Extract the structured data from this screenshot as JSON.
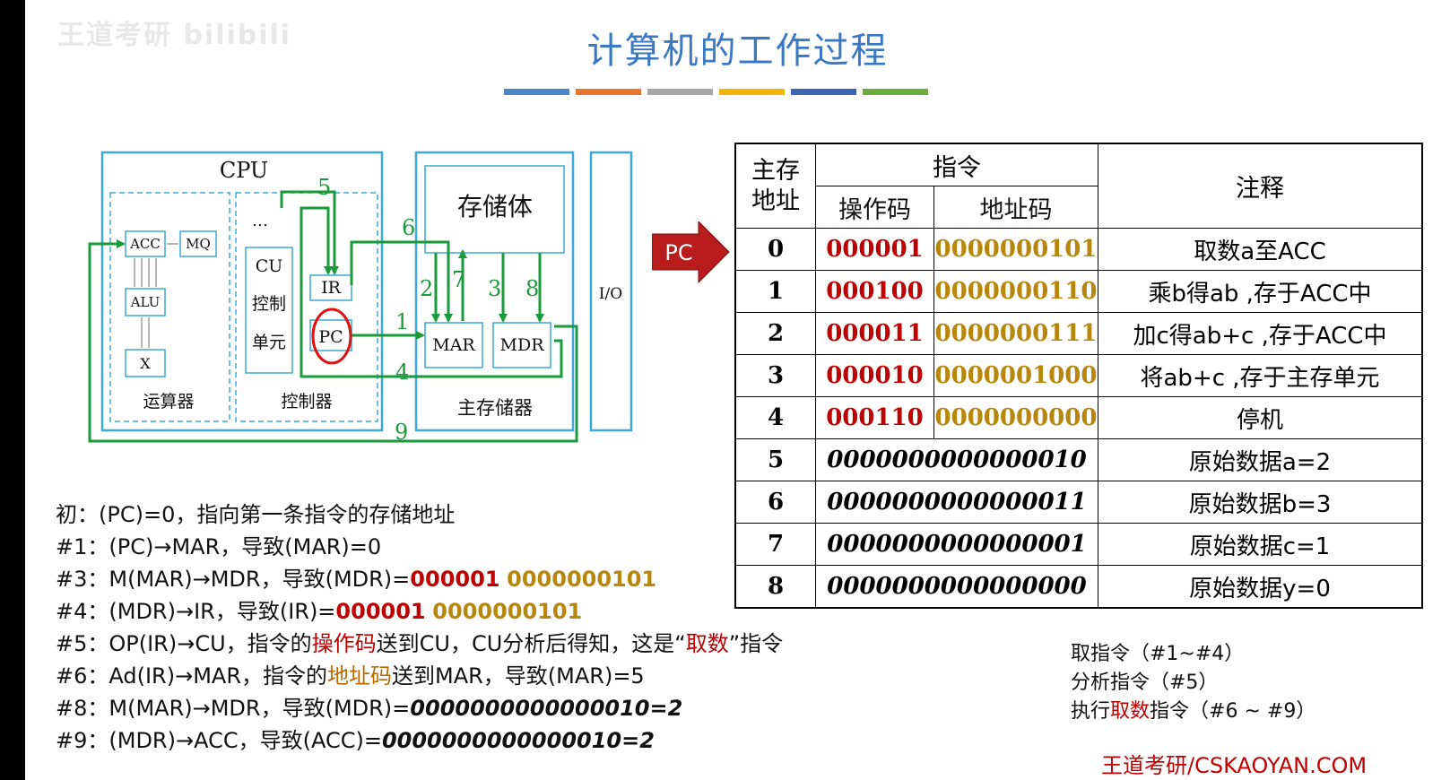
{
  "watermark": "王道考研 bilibili",
  "title": "计算机的工作过程",
  "title_bar_colors": [
    "#4a86c8",
    "#e8762c",
    "#a6a6a6",
    "#f2b600",
    "#3c64b4",
    "#6aab3c"
  ],
  "diagram": {
    "cpu": "CPU",
    "acc": "ACC",
    "mq": "MQ",
    "alu": "ALU",
    "x": "X",
    "alu_unit": "运算器",
    "cu_lines": [
      "CU",
      "控制",
      "单元"
    ],
    "ellipsis": "…",
    "ir": "IR",
    "pc": "PC",
    "control_unit": "控制器",
    "storage": "存储体",
    "mar": "MAR",
    "mdr": "MDR",
    "main_memory": "主存储器",
    "io": "I/O",
    "step_labels": [
      "1",
      "2",
      "3",
      "4",
      "5",
      "6",
      "7",
      "8",
      "9"
    ]
  },
  "pc_pointer": "PC",
  "table": {
    "headers": {
      "addr": "主存\n地址",
      "instr": "指令",
      "op": "操作码",
      "addrcode": "地址码",
      "note": "注释"
    },
    "rows": [
      {
        "addr": "0",
        "op": "000001",
        "ad": "0000000101",
        "note": "取数a至ACC"
      },
      {
        "addr": "1",
        "op": "000100",
        "ad": "0000000110",
        "note": "乘b得ab ,存于ACC中"
      },
      {
        "addr": "2",
        "op": "000011",
        "ad": "0000000111",
        "note": "加c得ab+c ,存于ACC中"
      },
      {
        "addr": "3",
        "op": "000010",
        "ad": "0000001000",
        "note": "将ab+c ,存于主存单元"
      },
      {
        "addr": "4",
        "op": "000110",
        "ad": "0000000000",
        "note": "停机"
      },
      {
        "addr": "5",
        "data": "0000000000000010",
        "note": "原始数据a=2"
      },
      {
        "addr": "6",
        "data": "0000000000000011",
        "note": "原始数据b=3"
      },
      {
        "addr": "7",
        "data": "0000000000000001",
        "note": "原始数据c=1"
      },
      {
        "addr": "8",
        "data": "0000000000000000",
        "note": "原始数据y=0"
      }
    ]
  },
  "steps": {
    "s0": "初：(PC)=0，指向第一条指令的存储地址",
    "s1": "#1：(PC)→MAR，导致(MAR)=0",
    "s3_pre": "#3：M(MAR)→MDR，导致(MDR)=",
    "s3_op": "000001",
    "s3_ad": "0000000101",
    "s4_pre": "#4：(MDR)→IR，导致(IR)=",
    "s4_op": "000001",
    "s4_ad": "0000000101",
    "s5_a": "#5：OP(IR)→CU，指令的",
    "s5_b": "操作码",
    "s5_c": "送到CU，CU分析后得知，这是“",
    "s5_d": "取数",
    "s5_e": "”指令",
    "s6_a": "#6：Ad(IR)→MAR，指令的",
    "s6_b": "地址码",
    "s6_c": "送到MAR，导致(MAR)=5",
    "s8_pre": "#8：M(MAR)→MDR，导致(MDR)=",
    "s8_val": "0000000000000010=2",
    "s9_pre": "#9：(MDR)→ACC，导致(ACC)=",
    "s9_val": "0000000000000010=2"
  },
  "phases": {
    "fetch": "取指令（#1~#4）",
    "analyze": "分析指令（#5）",
    "exec_a": "执行",
    "exec_b": "取数",
    "exec_c": "指令（#6 ~ #9）"
  },
  "footer": "王道考研/CSKAOYAN.COM"
}
